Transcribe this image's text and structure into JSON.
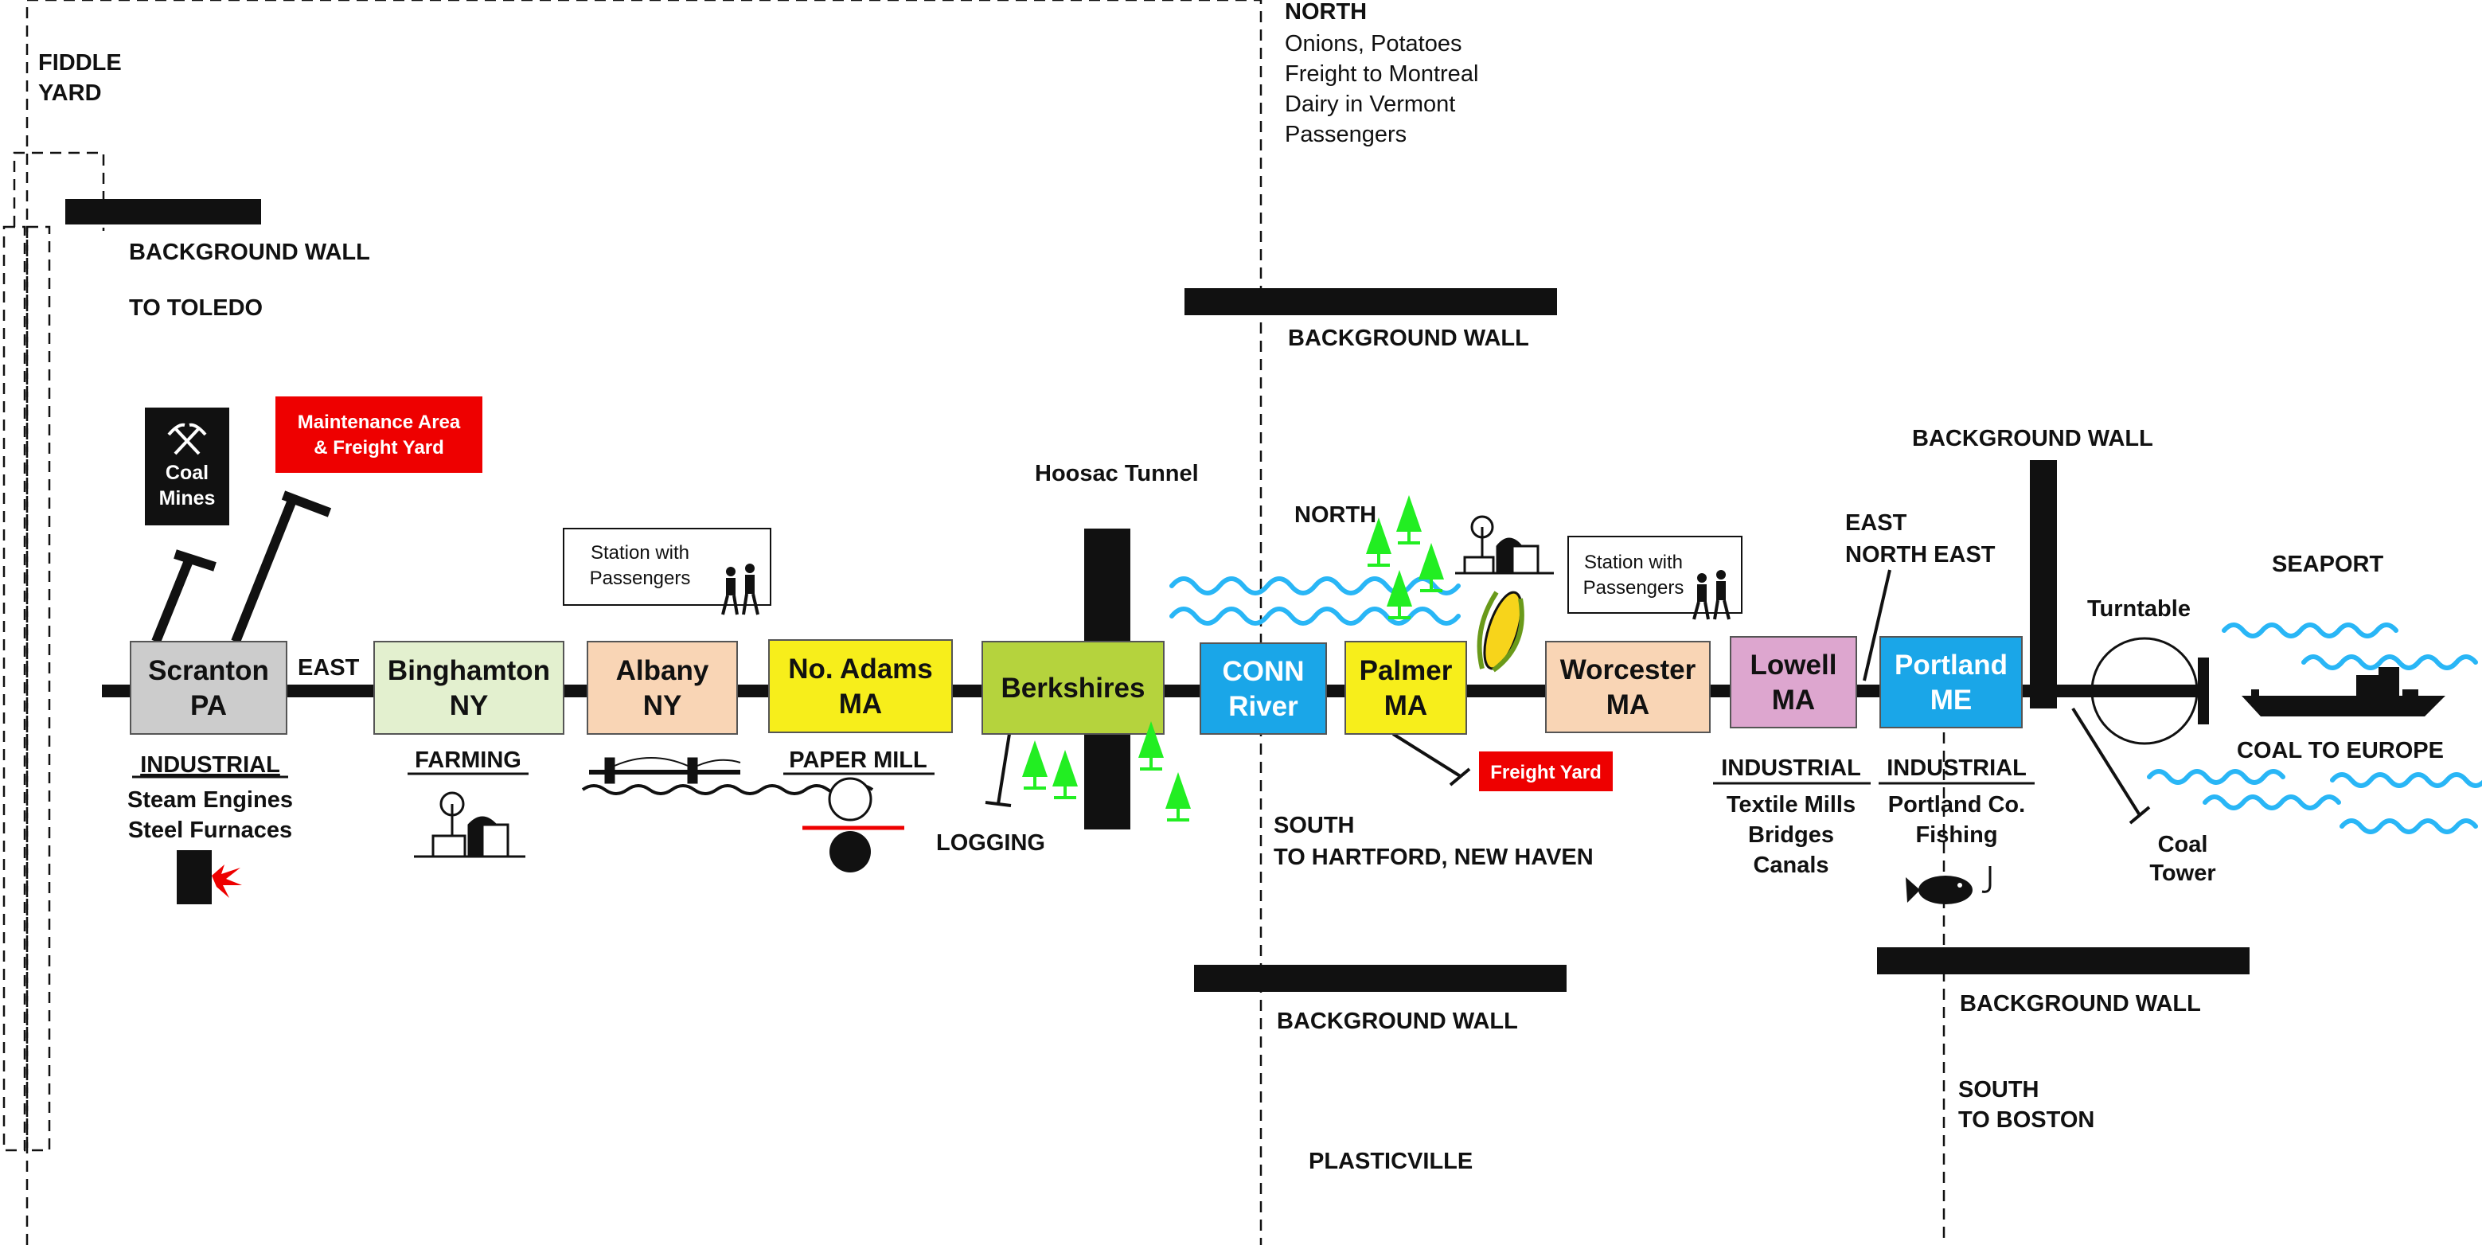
{
  "labels": {
    "fiddle_yard": [
      "FIDDLE",
      "YARD"
    ],
    "background_wall": "BACKGROUND WALL",
    "to_toledo": "TO TOLEDO",
    "north_top": "NORTH",
    "north_list": [
      "Onions, Potatoes",
      "Freight to Montreal",
      "Dairy in Vermont",
      "Passengers"
    ],
    "coal_mines": [
      "Coal",
      "Mines"
    ],
    "maintenance": [
      "Maintenance Area",
      "& Freight Yard"
    ],
    "hoosac_tunnel": "Hoosac Tunnel",
    "north_mid": "NORTH",
    "station_passengers": [
      "Station with",
      "Passengers"
    ],
    "east": "EAST",
    "east_north_east": [
      "EAST",
      "NORTH EAST"
    ],
    "seaport": "SEAPORT",
    "turntable": "Turntable",
    "coal_to_europe": "COAL TO EUROPE",
    "coal_tower": [
      "Coal",
      "Tower"
    ],
    "freight_yard": "Freight Yard",
    "south_hartford": [
      "SOUTH",
      "TO HARTFORD, NEW HAVEN"
    ],
    "south_boston": [
      "SOUTH",
      "TO BOSTON"
    ],
    "plasticville": "PLASTICVILLE",
    "logging": "LOGGING",
    "industrial": "INDUSTRIAL",
    "scranton_industry": [
      "Steam Engines",
      "Steel Furnaces"
    ],
    "farming": "FARMING",
    "paper_mill": "PAPER MILL",
    "lowell_industry": [
      "Textile Mills",
      "Bridges",
      "Canals"
    ],
    "portland_industry": [
      "Portland Co.",
      "Fishing"
    ]
  },
  "stations": [
    {
      "id": "scranton",
      "lines": [
        "Scranton",
        "PA"
      ],
      "fill": "#cccccc",
      "text": "#111111"
    },
    {
      "id": "binghamton",
      "lines": [
        "Binghamton",
        "NY"
      ],
      "fill": "#e3f0cf",
      "text": "#111111"
    },
    {
      "id": "albany",
      "lines": [
        "Albany",
        "NY"
      ],
      "fill": "#f9d5b5",
      "text": "#111111"
    },
    {
      "id": "no-adams",
      "lines": [
        "No. Adams",
        "MA"
      ],
      "fill": "#f7ee1b",
      "text": "#111111"
    },
    {
      "id": "berkshires",
      "lines": [
        "Berkshires"
      ],
      "fill": "#b5d33d",
      "text": "#111111"
    },
    {
      "id": "conn-river",
      "lines": [
        "CONN",
        "River"
      ],
      "fill": "#1aa6e8",
      "text": "#ffffff"
    },
    {
      "id": "palmer",
      "lines": [
        "Palmer",
        "MA"
      ],
      "fill": "#f7ee1b",
      "text": "#111111"
    },
    {
      "id": "worcester",
      "lines": [
        "Worcester",
        "MA"
      ],
      "fill": "#f9d5b5",
      "text": "#111111"
    },
    {
      "id": "lowell",
      "lines": [
        "Lowell",
        "MA"
      ],
      "fill": "#dda6cf",
      "text": "#111111"
    },
    {
      "id": "portland",
      "lines": [
        "Portland",
        "ME"
      ],
      "fill": "#1aa6e8",
      "text": "#ffffff"
    }
  ],
  "colors": {
    "track": "#111111",
    "water": "#29b6f6",
    "tree": "#22ee22",
    "alert": "#ee0000"
  },
  "icons": [
    "coal-mines-pickaxe-icon",
    "farm-icon",
    "bridge-icon",
    "paper-roll-icon",
    "tree-icon",
    "windmill-farm-icon",
    "corn-icon",
    "passengers-icon",
    "fish-icon",
    "ship-icon",
    "furnace-spark-icon",
    "turntable-icon"
  ]
}
